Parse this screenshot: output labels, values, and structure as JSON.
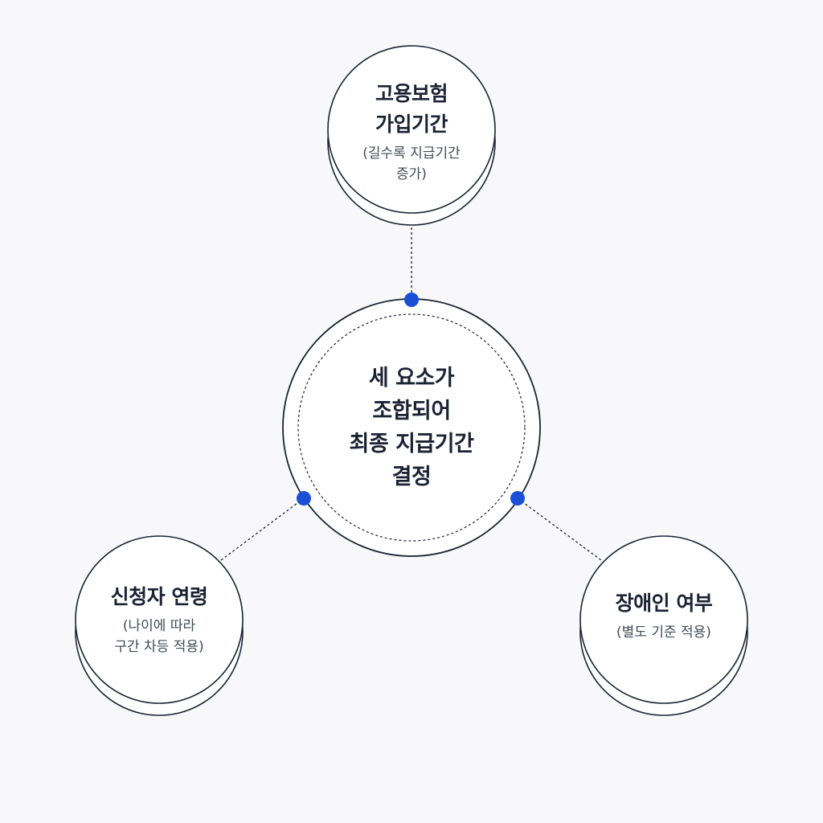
{
  "colors": {
    "background": "#f8f8fa",
    "stroke": "#1b2233",
    "accent_dot": "#1a4fd6"
  },
  "center": {
    "text": "세 요소가\n조합되어\n최종 지급기간\n결정"
  },
  "factors": [
    {
      "title": "고용보험\n가입기간",
      "note": "(길수록 지급기간\n증가)"
    },
    {
      "title": "신청자 연령",
      "note": "(나이에 따라\n구간 차등 적용)"
    },
    {
      "title": "장애인 여부",
      "note": "(별도 기준 적용)"
    }
  ]
}
